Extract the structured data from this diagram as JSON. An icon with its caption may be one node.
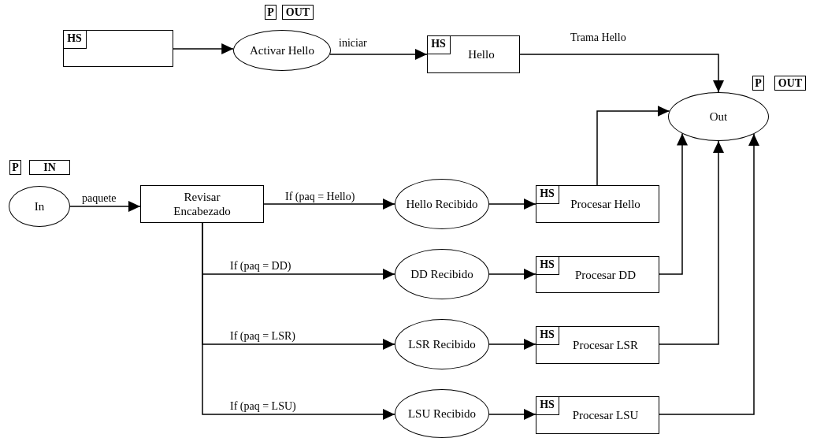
{
  "diagram": {
    "nodes": [
      {
        "text": [],
        "shape": "box"
      },
      {
        "text": [
          "HS"
        ],
        "in": 0
      },
      {
        "text": [
          "Activar Hello"
        ],
        "beside": [
          "P",
          "OUT"
        ]
      },
      {
        "text": [
          "Hello"
        ]
      },
      {
        "text": [
          "HS"
        ],
        "in": 3
      },
      {
        "text": [
          "Out"
        ],
        "beside": [
          "P",
          "OUT"
        ]
      },
      {
        "text": [
          "In"
        ],
        "beside": [
          "P",
          "IN"
        ]
      },
      {
        "text": [
          "Revisar Encabezado"
        ]
      },
      {
        "text": [
          "Hello Recibido"
        ]
      },
      {
        "text": [
          "Procesar Hello"
        ]
      },
      {
        "text": [
          "HS"
        ],
        "in": 9
      },
      {
        "text": [
          "DD Recibido"
        ]
      },
      {
        "text": [
          "Procesar DD"
        ]
      },
      {
        "text": [
          "HS"
        ],
        "in": 12
      },
      {
        "text": [
          "LSR Recibido"
        ]
      },
      {
        "text": [
          "Procesar LSR"
        ]
      },
      {
        "text": [
          "HS"
        ],
        "in": 15
      },
      {
        "text": [
          "LSU Recibido"
        ]
      },
      {
        "text": [
          "Procesar LSU"
        ]
      },
      {
        "text": [
          "HS"
        ],
        "in": 18
      }
    ],
    "edges": [
      {
        "from": 0,
        "to": 2,
        "arrow": "to"
      },
      {
        "from": 2,
        "to": 3,
        "arrow": "to",
        "label": "iniciar"
      },
      {
        "from": 3,
        "to": 5,
        "arrow": "to",
        "label": "Trama Hello"
      },
      {
        "from": 6,
        "to": 7,
        "arrow": "to",
        "label": "paquete"
      },
      {
        "from": 7,
        "to": 8,
        "arrow": "to",
        "label": "If (paq = Hello)"
      },
      {
        "from": 7,
        "to": 11,
        "arrow": "to",
        "label": "If (paq = DD)"
      },
      {
        "from": 7,
        "to": 14,
        "arrow": "to",
        "label": "If (paq = LSR)"
      },
      {
        "from": 7,
        "to": 17,
        "arrow": "to",
        "label": "If (paq = LSU)"
      },
      {
        "from": 8,
        "to": 9,
        "arrow": "to"
      },
      {
        "from": 11,
        "to": 12,
        "arrow": "to"
      },
      {
        "from": 14,
        "to": 15,
        "arrow": "to"
      },
      {
        "from": 17,
        "to": 18,
        "arrow": "to"
      },
      {
        "from": 9,
        "to": 5,
        "arrow": "to"
      },
      {
        "from": 12,
        "to": 5,
        "arrow": "to"
      },
      {
        "from": 15,
        "to": 5,
        "arrow": "to"
      },
      {
        "from": 18,
        "to": 5,
        "arrow": "to"
      }
    ]
  }
}
